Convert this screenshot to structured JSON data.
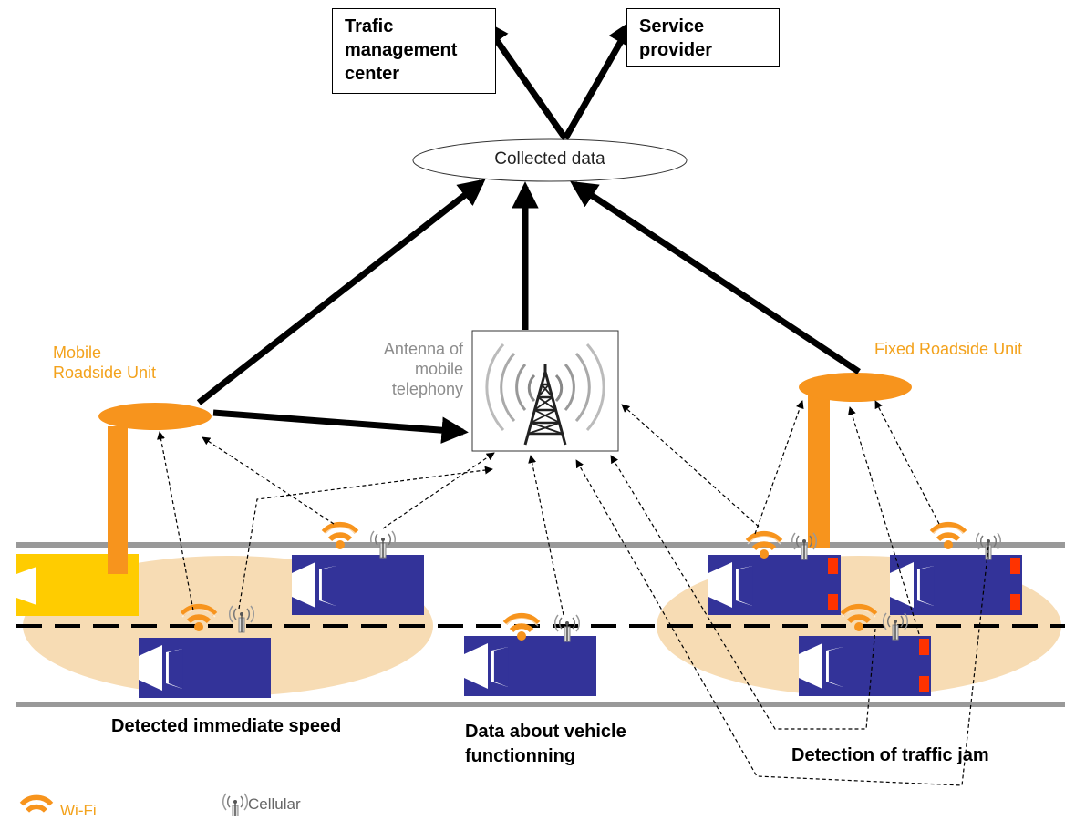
{
  "top_boxes": {
    "traffic_center": "Trafic management center",
    "traffic_center_lines": [
      "Trafic",
      "management",
      "center"
    ],
    "service_provider_lines": [
      "Service",
      "provider"
    ]
  },
  "hub": {
    "label": "Collected data"
  },
  "antenna": {
    "label_lines": [
      "Antenna of",
      "mobile",
      "telephony"
    ]
  },
  "mobile_rsu": {
    "label_lines": [
      "Mobile",
      "Roadside Unit"
    ]
  },
  "fixed_rsu": {
    "label": "Fixed Roadside Unit"
  },
  "captions": {
    "speed": "Detected immediate speed",
    "vehicle_lines": [
      "Data about vehicle",
      "functionning"
    ],
    "jam": "Detection of traffic jam"
  },
  "legend": {
    "wifi": "Wi-Fi",
    "cellular": "Cellular"
  },
  "colors": {
    "orange": "#f7941d",
    "orange_label": "#f3a21c",
    "vehicle_blue": "#333399",
    "zone_fill": "#f7dcb4",
    "road_gray": "#999999",
    "brake_red": "#ff3300",
    "yellow_unit": "#ffcc00"
  }
}
